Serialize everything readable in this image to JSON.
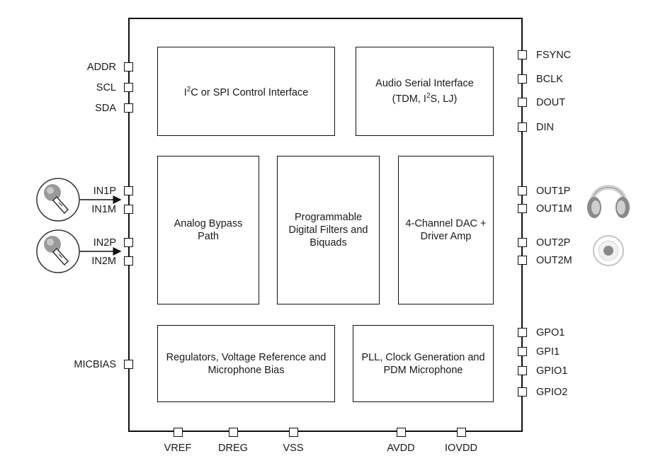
{
  "blocks": {
    "control": {
      "pre": "I",
      "sup": "2",
      "post": "C or SPI Control Interface"
    },
    "audio_serial": {
      "line1": "Audio Serial Interface",
      "line2_pre": "(TDM, I",
      "line2_sup": "2",
      "line2_post": "S, LJ)"
    },
    "bypass": {
      "line1": "Analog Bypass",
      "line2": "Path"
    },
    "filters": {
      "line1": "Programmable",
      "line2": "Digital Filters and",
      "line3": "Biquads"
    },
    "dac": {
      "line1": "4-Channel DAC +",
      "line2": "Driver Amp"
    },
    "regulators": {
      "line1": "Regulators, Voltage Reference and",
      "line2": "Microphone Bias"
    },
    "pll": {
      "line1": "PLL, Clock Generation and",
      "line2": "PDM Microphone"
    }
  },
  "pins_left": [
    "ADDR",
    "SCL",
    "SDA",
    "IN1P",
    "IN1M",
    "IN2P",
    "IN2M",
    "MICBIAS"
  ],
  "pins_right": [
    "FSYNC",
    "BCLK",
    "DOUT",
    "DIN",
    "OUT1P",
    "OUT1M",
    "OUT2P",
    "OUT2M",
    "GPO1",
    "GPI1",
    "GPIO1",
    "GPIO2"
  ],
  "pins_bottom": [
    "VREF",
    "DREG",
    "VSS",
    "AVDD",
    "IOVDD"
  ],
  "icons": [
    "microphone-icon",
    "microphone-icon",
    "headphones-icon",
    "speaker-icon"
  ],
  "colors": {
    "line": "#111111",
    "icon_gray": "#9a9a9a",
    "icon_light": "#d6d6d6"
  }
}
